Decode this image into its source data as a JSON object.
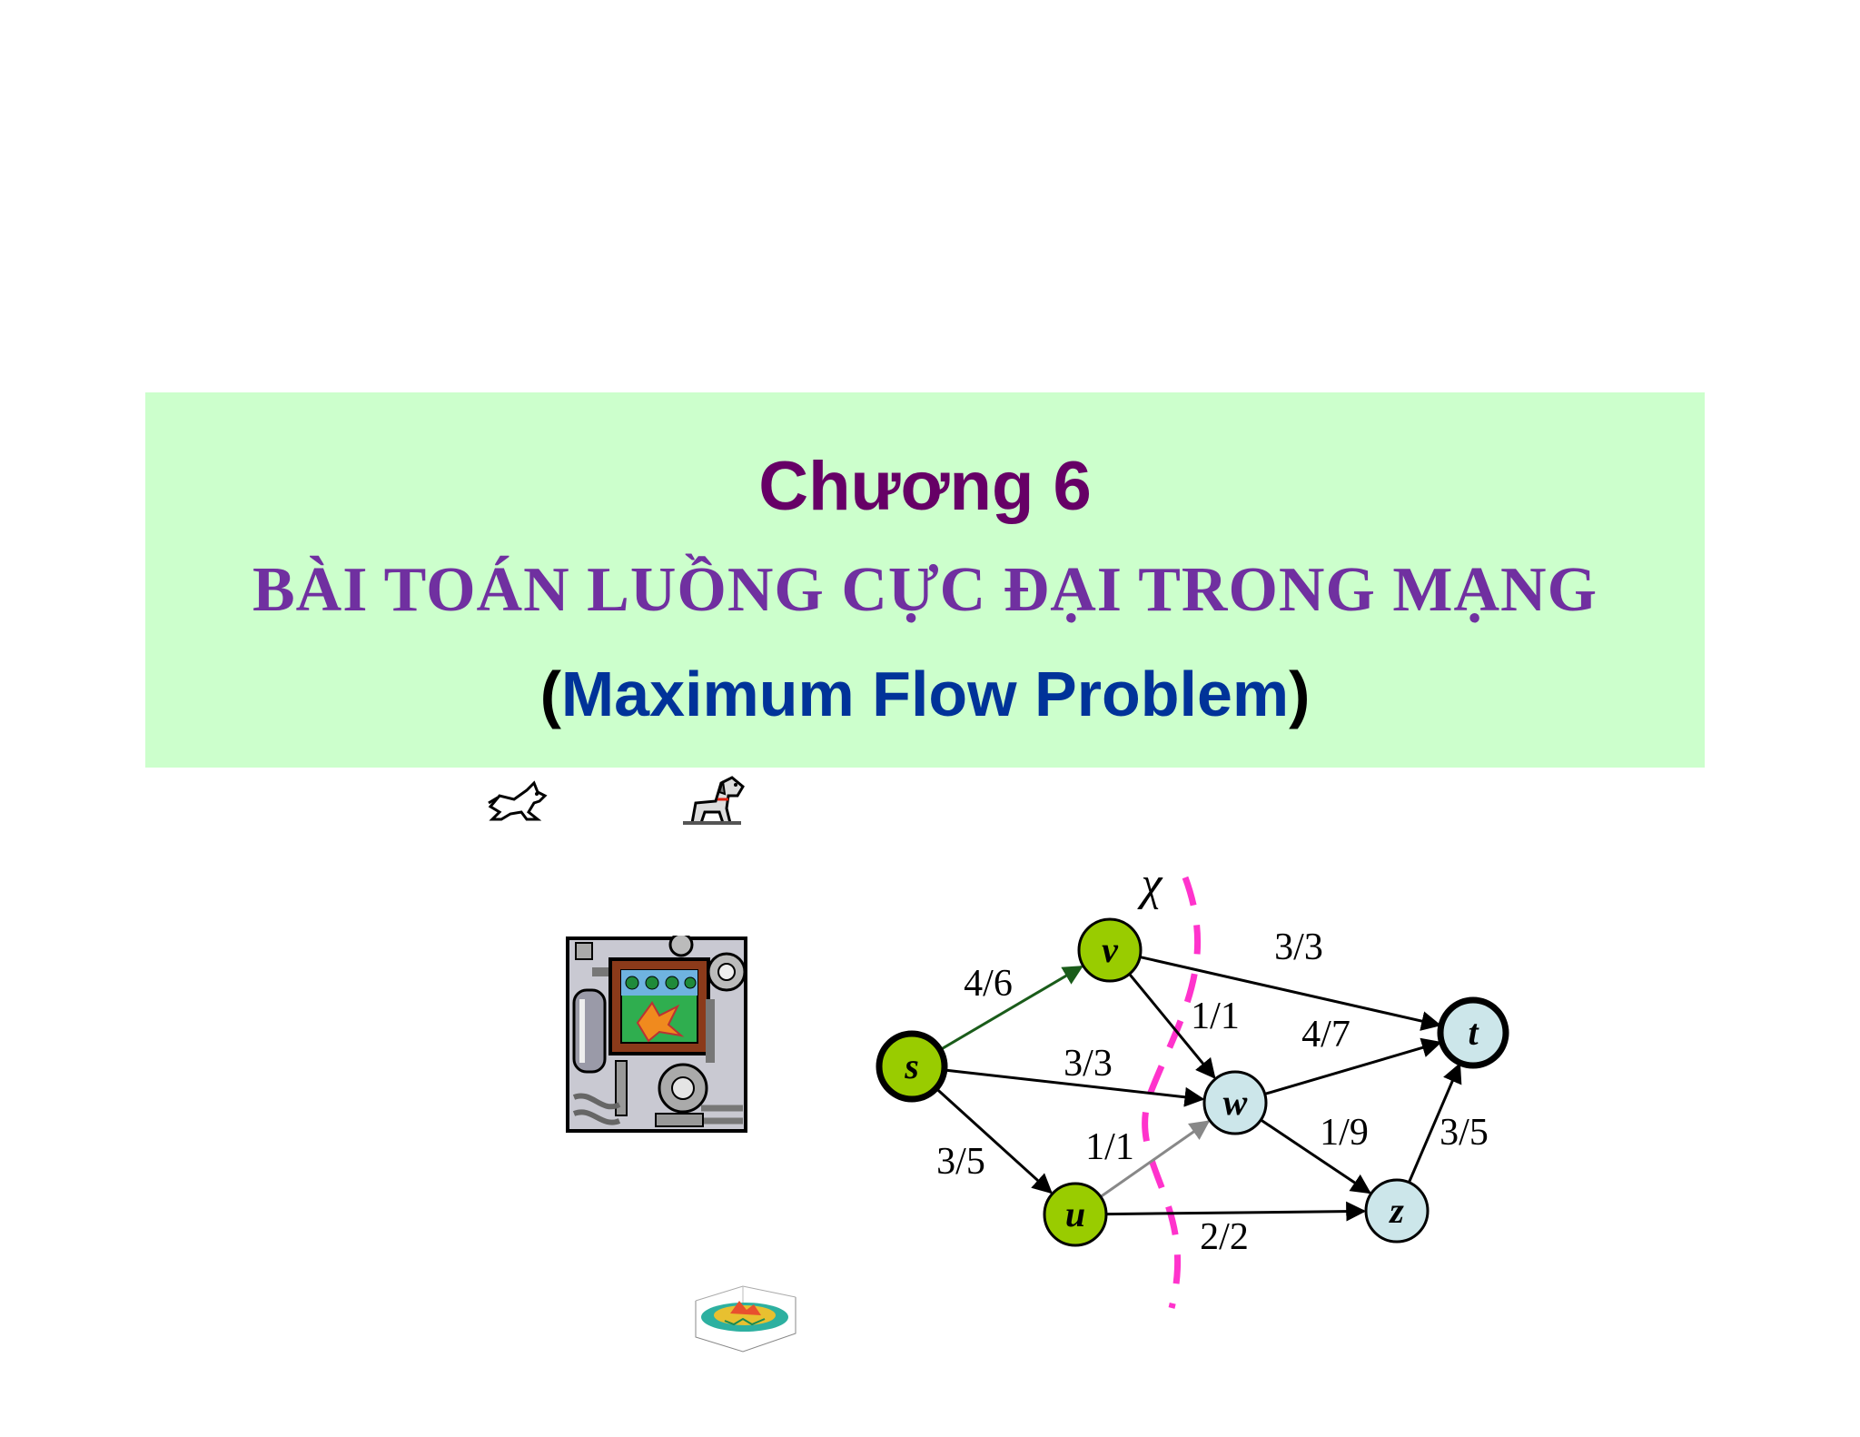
{
  "slide": {
    "chapter": "Chương 6",
    "title_vn": "BÀI TOÁN LUỒNG CỰC ĐẠI TRONG MẠNG",
    "title_en_open": "(",
    "title_en": "Maximum Flow Problem",
    "title_en_close": ")"
  },
  "colors": {
    "banner": "#ccffcc",
    "chapter": "#660066",
    "title_vn": "#7030a0",
    "title_en": "#003399",
    "source_side_node": "#99cc00",
    "sink_side_node": "#cce6ea",
    "cut_line": "#ff33cc"
  },
  "network": {
    "cut_label": "χ",
    "nodes": [
      {
        "id": "s",
        "label": "s",
        "side": "source",
        "bold": true
      },
      {
        "id": "v",
        "label": "v",
        "side": "source",
        "bold": false
      },
      {
        "id": "u",
        "label": "u",
        "side": "source",
        "bold": false
      },
      {
        "id": "w",
        "label": "w",
        "side": "sink",
        "bold": false
      },
      {
        "id": "z",
        "label": "z",
        "side": "sink",
        "bold": false
      },
      {
        "id": "t",
        "label": "t",
        "side": "sink",
        "bold": true
      }
    ],
    "edges": [
      {
        "from": "s",
        "to": "v",
        "label": "4/6",
        "color": "#1a5c1a"
      },
      {
        "from": "s",
        "to": "w",
        "label": "3/3",
        "color": "#000000"
      },
      {
        "from": "s",
        "to": "u",
        "label": "3/5",
        "color": "#000000"
      },
      {
        "from": "v",
        "to": "t",
        "label": "3/3",
        "color": "#000000"
      },
      {
        "from": "v",
        "to": "w",
        "label": "1/1",
        "color": "#000000"
      },
      {
        "from": "u",
        "to": "w",
        "label": "1/1",
        "color": "#888888"
      },
      {
        "from": "u",
        "to": "z",
        "label": "2/2",
        "color": "#000000"
      },
      {
        "from": "w",
        "to": "t",
        "label": "4/7",
        "color": "#000000"
      },
      {
        "from": "w",
        "to": "z",
        "label": "1/9",
        "color": "#000000"
      },
      {
        "from": "z",
        "to": "t",
        "label": "3/5",
        "color": "#000000"
      }
    ]
  },
  "clipart": [
    {
      "name": "cat-clipart"
    },
    {
      "name": "dog-clipart"
    },
    {
      "name": "pipes-clipart"
    },
    {
      "name": "3d-surface-plot-clipart"
    }
  ]
}
